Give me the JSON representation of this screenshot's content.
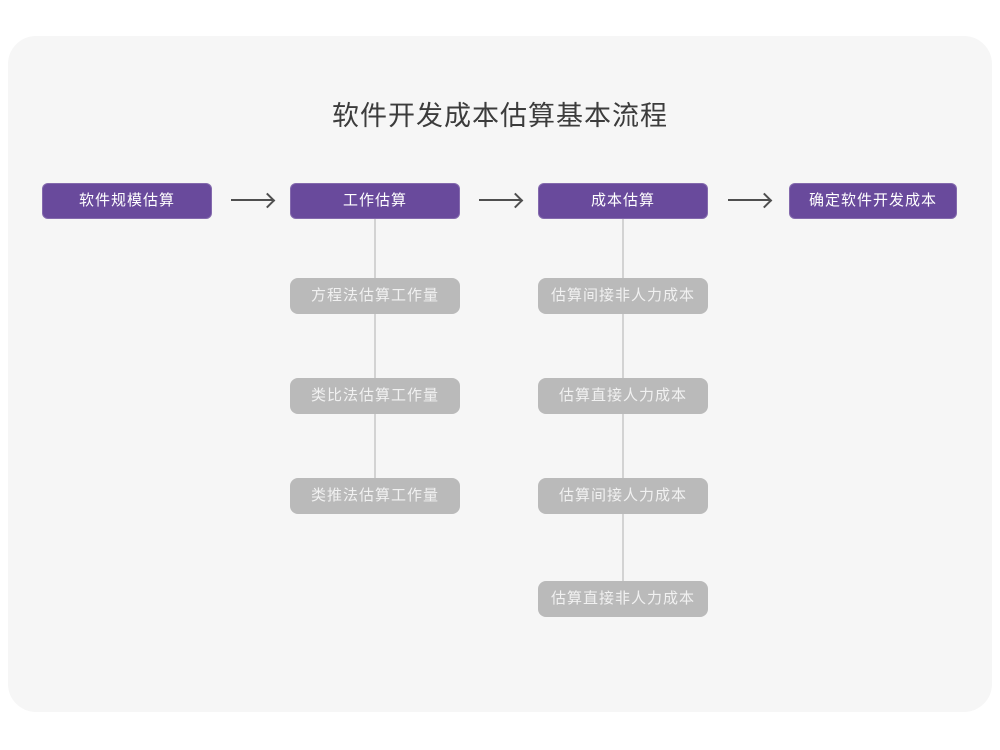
{
  "page": {
    "title": "软件开发成本估算基本流程"
  },
  "colors": {
    "stage_purple": "#694a9c",
    "sub_gray": "#bababa",
    "sub_text": "#f1f1f1",
    "connector_gray": "#d3d3d3",
    "arrow_gray": "#4f4f4f",
    "card_background": "#f6f6f6",
    "title_text": "#3c3c3c"
  },
  "flow": {
    "stages": [
      {
        "label": "软件规模估算"
      },
      {
        "label": "工作估算"
      },
      {
        "label": "成本估算"
      },
      {
        "label": "确定软件开发成本"
      }
    ]
  },
  "work_column": {
    "parent": "工作估算",
    "items": [
      {
        "label": "方程法估算工作量"
      },
      {
        "label": "类比法估算工作量"
      },
      {
        "label": "类推法估算工作量"
      }
    ]
  },
  "cost_column": {
    "parent": "成本估算",
    "items": [
      {
        "label": "估算间接非人力成本"
      },
      {
        "label": "估算直接人力成本"
      },
      {
        "label": "估算间接人力成本"
      },
      {
        "label": "估算直接非人力成本"
      }
    ]
  }
}
